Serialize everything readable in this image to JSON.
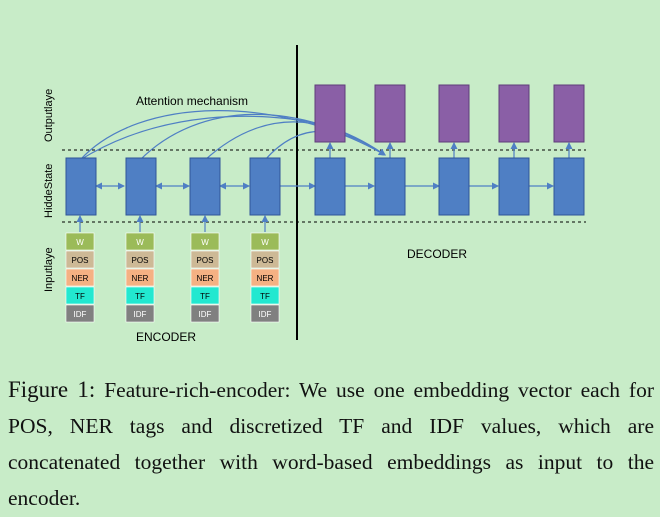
{
  "diagram": {
    "row_labels": {
      "output": "Outputlaye",
      "hidden": "HiddeState",
      "input": "Inputlaye"
    },
    "attention_label": "Attention mechanism",
    "encoder_label": "ENCODER",
    "decoder_label": "DECODER",
    "feature_labels": [
      "W",
      "POS",
      "NER",
      "TF",
      "IDF"
    ],
    "encoder_steps": 4,
    "decoder_steps": 5,
    "colors": {
      "hidden": "#4f7fc4",
      "output": "#8a5fa6",
      "w": "#9bbb59",
      "pos": "#cdb996",
      "ner": "#f5b183",
      "tf": "#22e8d0",
      "idf": "#808080",
      "background": "#c8ecc8"
    }
  },
  "caption": {
    "figure": "Figure 1:",
    "text": "Feature-rich-encoder: We use one embedding vector each for POS, NER tags and discretized TF and IDF values, which are concatenated together with word-based embeddings as input to the encoder."
  }
}
